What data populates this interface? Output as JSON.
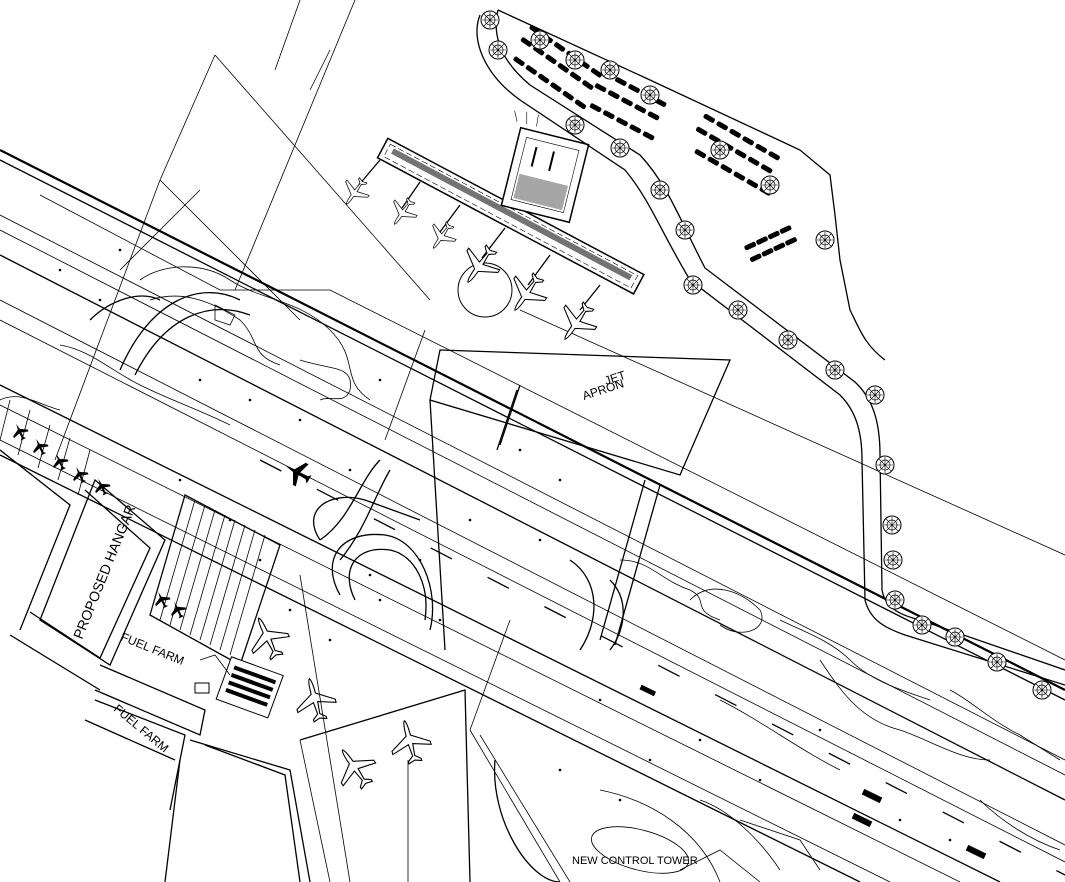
{
  "labels": {
    "jet": "JET",
    "apron": "APRON",
    "proposed_hangar": "PROPOSED HANGAR",
    "fuel_farm_1": "FUEL FARM",
    "fuel_farm_2": "FUEL FARM",
    "control_tower": "NEW CONTROL TOWER"
  },
  "colors": {
    "line": "#000000",
    "background": "#ffffff"
  }
}
